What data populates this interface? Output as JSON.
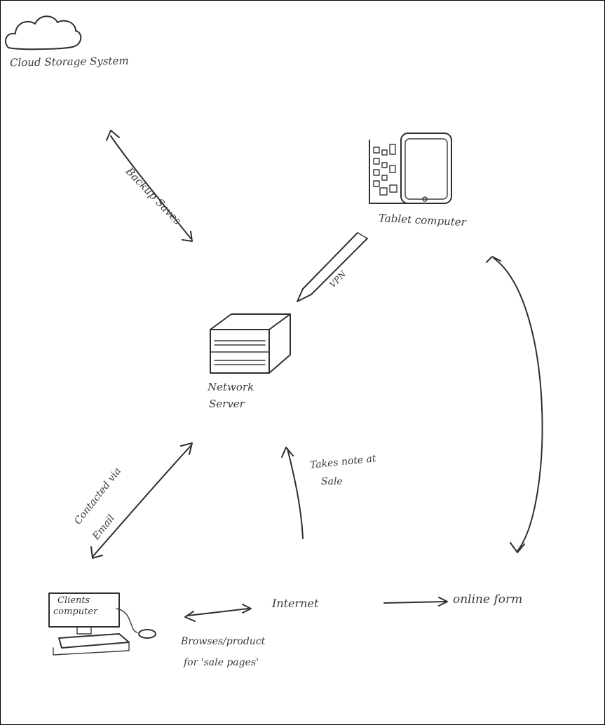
{
  "diagram": {
    "nodes": {
      "cloud": {
        "label": "Cloud Storage System",
        "icon": "cloud-icon"
      },
      "tablet": {
        "label": "Tablet computer",
        "icon": "tablet-icon"
      },
      "server": {
        "label_line1": "Network",
        "label_line2": "Server",
        "icon": "server-icon"
      },
      "client": {
        "screen_line1": "Clients",
        "screen_line2": "computer",
        "icon": "desktop-computer-icon"
      },
      "internet": {
        "label": "Internet"
      },
      "online_form": {
        "label": "online form"
      }
    },
    "edges": {
      "backup": {
        "label": "Backup Saves",
        "from": "server",
        "to": "cloud",
        "bidirectional": true
      },
      "vpn": {
        "label": "VPN",
        "from": "tablet",
        "to": "server",
        "bidirectional": false
      },
      "email": {
        "label_line1": "Contacted via",
        "label_line2": "Email",
        "from": "client",
        "to": "server",
        "bidirectional": true
      },
      "sale": {
        "label_line1": "Takes note at",
        "label_line2": "Sale",
        "from": "internet",
        "to": "server",
        "bidirectional": false
      },
      "tablet_form": {
        "from": "tablet",
        "to": "online_form",
        "bidirectional": true
      },
      "client_internet": {
        "from": "client",
        "to": "internet",
        "bidirectional": true
      },
      "internet_form": {
        "from": "internet",
        "to": "online_form",
        "bidirectional": false
      }
    },
    "notes": {
      "browse_line1": "Browses/product",
      "browse_line2": "for 'sale pages'"
    }
  }
}
